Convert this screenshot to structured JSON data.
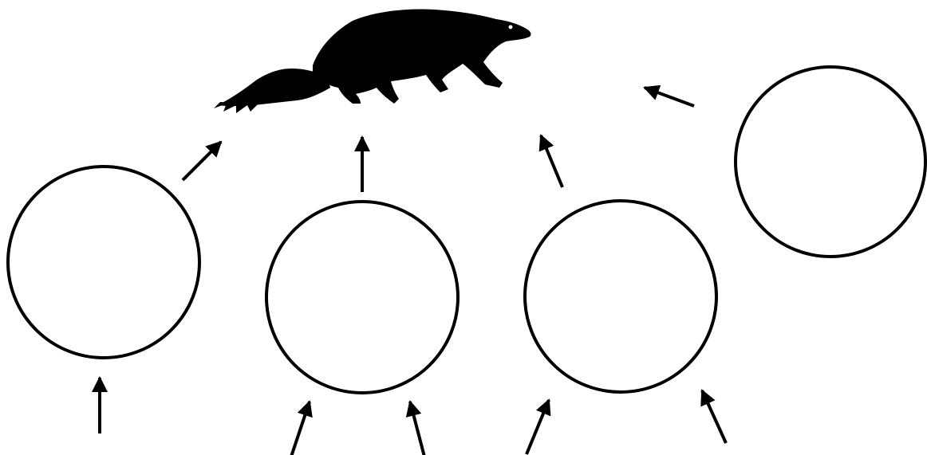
{
  "diagram": {
    "animal_icon": "weasel-silhouette",
    "line_color": "#000000",
    "background": "#ffffff",
    "nodes": [
      {
        "id": "circle-1",
        "content": ""
      },
      {
        "id": "circle-2",
        "content": ""
      },
      {
        "id": "circle-3",
        "content": ""
      },
      {
        "id": "circle-4",
        "content": ""
      }
    ]
  }
}
